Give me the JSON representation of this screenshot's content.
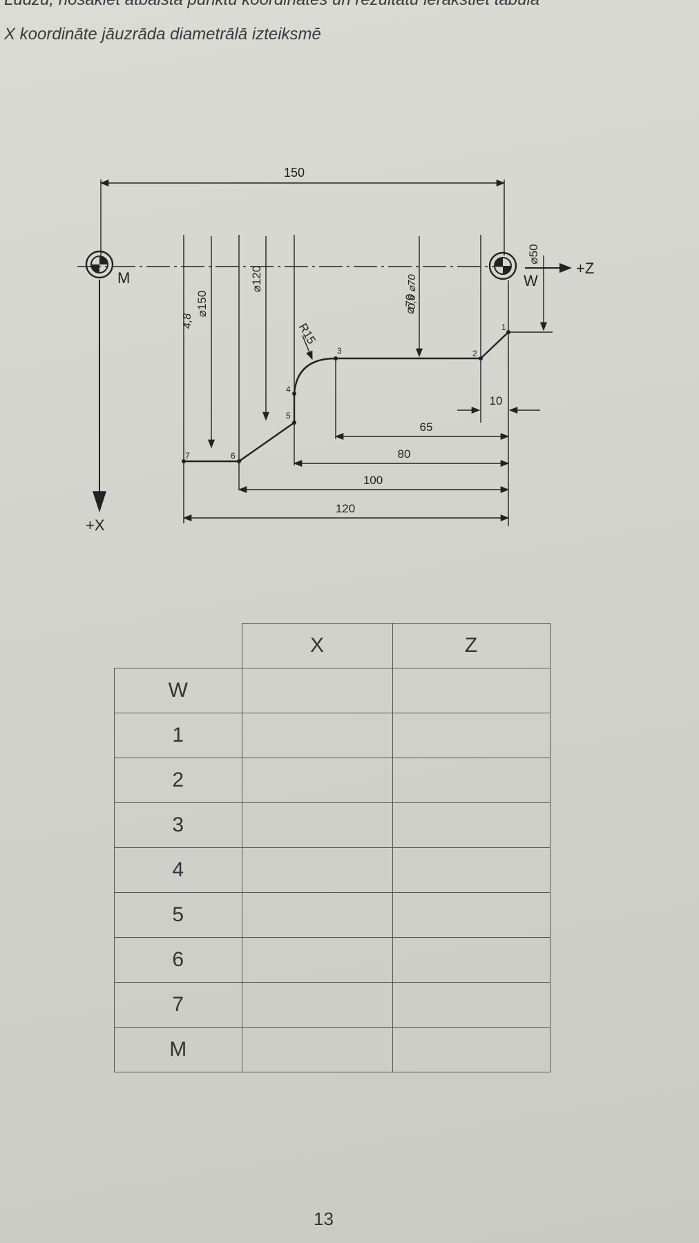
{
  "instruction": {
    "line1": "Lūdzu, nosakiet atbalsta punktu koordinātes un rezultātu ierakstiet tabulā",
    "line2": "X koordināte jāuzrāda diametrālā izteiksmē"
  },
  "drawing": {
    "origin_machine": "M",
    "origin_workpiece": "W",
    "axis_z_label": "+Z",
    "axis_x_label": "+X",
    "dimensions": {
      "overall": "150",
      "d150": "⌀150",
      "d120": "⌀120",
      "d70": "⌀70",
      "d50": "⌀50",
      "radius": "R15",
      "len10": "10",
      "len65": "65",
      "len80": "80",
      "len100": "100",
      "len120": "120"
    },
    "handwritten": {
      "near_d150": "4,8",
      "near_d70": "0,6 ⌀70"
    },
    "points": [
      "1",
      "2",
      "3",
      "4",
      "5",
      "6",
      "7"
    ]
  },
  "table": {
    "headers": [
      "X",
      "Z"
    ],
    "rows": [
      "W",
      "1",
      "2",
      "3",
      "4",
      "5",
      "6",
      "7",
      "M"
    ]
  },
  "page_number": "13"
}
